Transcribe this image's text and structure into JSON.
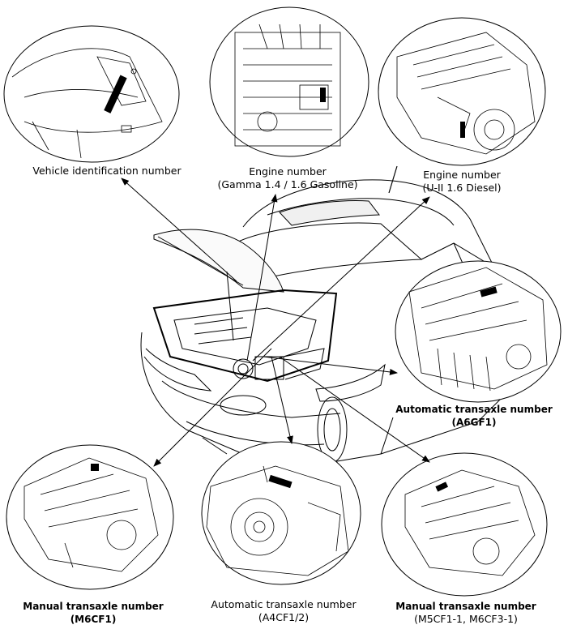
{
  "labels": {
    "vin": {
      "line1": "Vehicle identification number",
      "bold": false
    },
    "engine_gamma": {
      "line1": "Engine number",
      "line2": "(Gamma 1.4 / 1.6 Gasoline)",
      "bold": false
    },
    "engine_u2": {
      "line1": "Engine number",
      "line2": "(U-II 1.6 Diesel)",
      "bold": false
    },
    "auto_a6gf1": {
      "line1": "Automatic transaxle number",
      "line2": "(A6GF1)",
      "bold": true
    },
    "manual_m6cf1": {
      "line1": "Manual transaxle number",
      "line2": "(M6CF1)",
      "bold": true
    },
    "auto_a4cf": {
      "line1": "Automatic transaxle number",
      "line2": "(A4CF1/2)",
      "bold": false
    },
    "manual_m5cf": {
      "line1": "Manual transaxle number",
      "line2": "(M5CF1-1, M6CF3-1)",
      "bold": true
    }
  },
  "colors": {
    "line": "#000000",
    "marker": "#000000",
    "background": "#ffffff"
  }
}
